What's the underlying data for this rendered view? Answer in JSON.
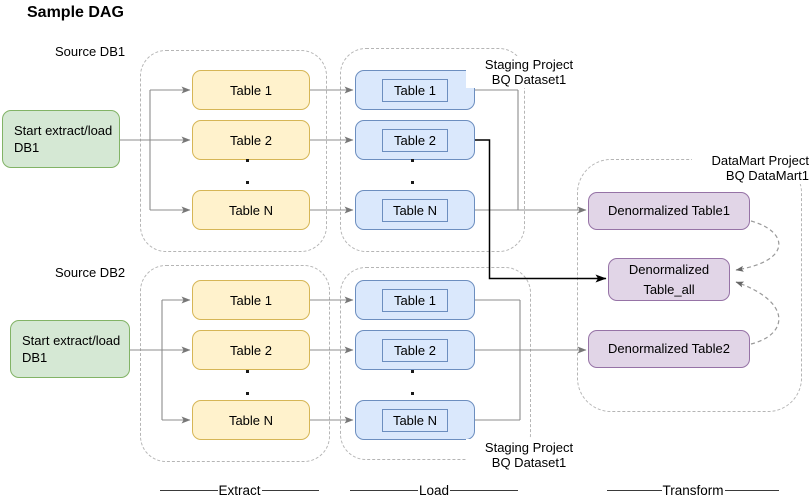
{
  "title": "Sample DAG",
  "flow1": {
    "source_label": "Source DB1",
    "start_node": {
      "line1": "Start extract/load",
      "line2": "DB1"
    },
    "extract_tables": [
      "Table 1",
      "Table 2",
      "Table N"
    ],
    "load_tables": [
      "Table 1",
      "Table 2",
      "Table N"
    ],
    "staging_label": {
      "line1": "Staging Project",
      "line2": "BQ Dataset1"
    }
  },
  "flow2": {
    "source_label": "Source DB2",
    "start_node": {
      "line1": "Start extract/load",
      "line2": "DB1"
    },
    "extract_tables": [
      "Table 1",
      "Table 2",
      "Table N"
    ],
    "load_tables": [
      "Table 1",
      "Table 2",
      "Table N"
    ],
    "staging_label": {
      "line1": "Staging Project",
      "line2": "BQ Dataset1"
    }
  },
  "datamart": {
    "label": {
      "line1": "DataMart Project",
      "line2": "BQ DataMart1"
    },
    "table1": "Denormalized Table1",
    "table_all": {
      "line1": "Denormalized",
      "line2": "Table_all"
    },
    "table2": "Denormalized Table2"
  },
  "stages": {
    "extract": "Extract",
    "load": "Load",
    "transform": "Transform"
  },
  "misc": {
    "ellipsis_dot": "."
  },
  "colors": {
    "green_fill": "#d5e8d4",
    "green_stroke": "#82b366",
    "yellow_fill": "#fff2cc",
    "yellow_stroke": "#d6b656",
    "blue_fill": "#dae8fc",
    "blue_stroke": "#6c8ebf",
    "purple_fill": "#e1d5e7",
    "purple_stroke": "#9673a6",
    "container_stroke": "#b5b5b5",
    "connector_gray": "#8c8c8c",
    "connector_black": "#000000"
  }
}
